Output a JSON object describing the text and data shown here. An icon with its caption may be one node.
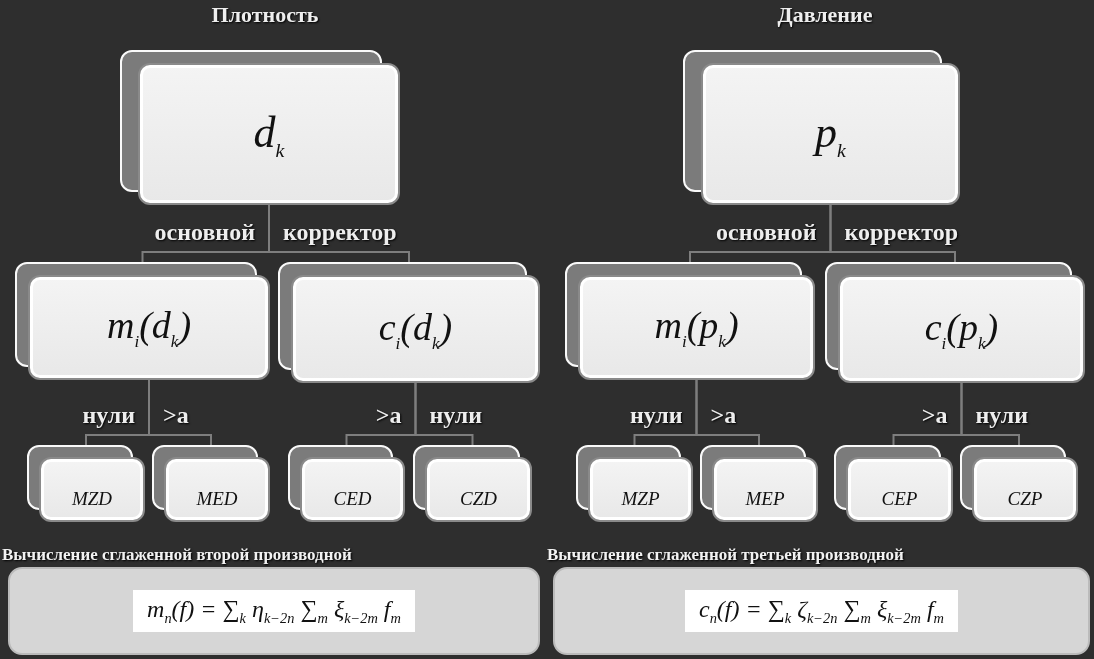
{
  "diagram": {
    "nodes": [
      {
        "text": [
          "d$_{k}$"
        ]
      },
      {
        "text": [
          "m$_{i}$(d$_{k}$)"
        ]
      },
      {
        "text": [
          "c$_{i}$(d$_{k}$)"
        ]
      },
      {
        "text": [
          "MZD"
        ]
      },
      {
        "text": [
          "MED"
        ]
      },
      {
        "text": [
          "CED"
        ]
      },
      {
        "text": [
          "CZD"
        ]
      },
      {
        "text": [
          "p$_{k}$"
        ]
      },
      {
        "text": [
          "m$_{i}$(p$_{k}$)"
        ]
      },
      {
        "text": [
          "c$_{i}$(p$_{k}$)"
        ]
      },
      {
        "text": [
          "MZP"
        ]
      },
      {
        "text": [
          "MEP"
        ]
      },
      {
        "text": [
          "CEP"
        ]
      },
      {
        "text": [
          "CZP"
        ]
      },
      {
        "text": [
          "Вычисление сглаженной второй производной",
          "m$_{n}$(f) = ∑$_{k}$ η$_{k−2n}$ ∑$_{m}$ ξ$_{k−2m}$ f$_{m}$"
        ]
      },
      {
        "text": [
          "Вычисление сглаженной третьей  производной",
          "c$_{n}$(f) = ∑$_{k}$ ζ$_{k−2n}$ ∑$_{m}$ ξ$_{k−2m}$ f$_{m}$"
        ]
      }
    ],
    "edges": [
      {
        "from": 0,
        "to": 1,
        "arrow": "none",
        "label": "основной"
      },
      {
        "from": 0,
        "to": 2,
        "arrow": "none",
        "label": "корректор"
      },
      {
        "from": 1,
        "to": 3,
        "arrow": "none",
        "label": "нули"
      },
      {
        "from": 1,
        "to": 4,
        "arrow": "none",
        "label": ">a"
      },
      {
        "from": 2,
        "to": 5,
        "arrow": "none",
        "label": ">a"
      },
      {
        "from": 2,
        "to": 6,
        "arrow": "none",
        "label": "нули"
      },
      {
        "from": 7,
        "to": 8,
        "arrow": "none",
        "label": "основной"
      },
      {
        "from": 7,
        "to": 9,
        "arrow": "none",
        "label": "корректор"
      },
      {
        "from": 8,
        "to": 10,
        "arrow": "none",
        "label": "нули"
      },
      {
        "from": 8,
        "to": 11,
        "arrow": "none",
        "label": ">a"
      },
      {
        "from": 9,
        "to": 12,
        "arrow": "none",
        "label": ">a"
      },
      {
        "from": 9,
        "to": 13,
        "arrow": "none",
        "label": "нули"
      }
    ],
    "labels": [
      "Плотность",
      "Давление"
    ]
  }
}
